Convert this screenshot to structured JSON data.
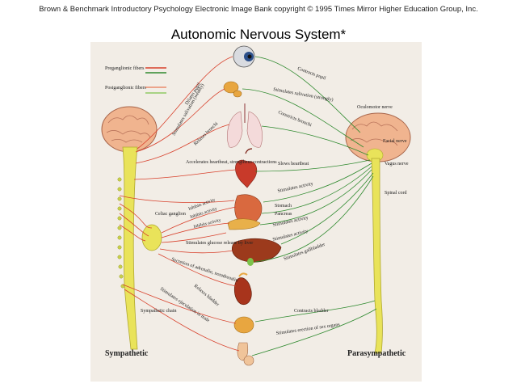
{
  "copyright": "Brown & Benchmark Introductory Psychology Electronic Image Bank copyright © 1995 Times Mirror Higher Education Group, Inc.",
  "title": "Autonomic Nervous System*",
  "legend": {
    "preganglionic": "Preganglionic fibers",
    "postganglionic": "Postganglionic fibers"
  },
  "colors": {
    "sympathetic_pre": "#d8412c",
    "sympathetic_post": "#e87a55",
    "parasympathetic_pre": "#2f8a2f",
    "parasympathetic_post": "#7cc24a",
    "panel_bg": "#f2ede6",
    "spinal_cord": "#e9e35a"
  },
  "sympathetic": {
    "label": "Sympathetic",
    "chain": "Sympathetic chain",
    "celiac": "Celiac ganglion",
    "effects": {
      "pupil": "Dilates pupil",
      "saliva": "Stimulates salivation (weakly)",
      "bronchi": "Relaxes bronchi",
      "heart": "Accelerates heartbeat, strengthens contractions",
      "inhibit1": "Inhibits activity",
      "inhibit2": "Inhibits activity",
      "inhibit3": "Inhibits activity",
      "glucose": "Stimulates glucose release by liver",
      "adrenalin": "Secretion of adrenalin, noradrenalin",
      "bladder": "Relaxes bladder",
      "ejaculation": "Stimulates ejaculation in male"
    }
  },
  "parasympathetic": {
    "label": "Parasympathetic",
    "oculomotor": "Oculomotor nerve",
    "facial": "Facial nerve",
    "vagus": "Vagus nerve",
    "spinal": "Spinal cord",
    "effects": {
      "pupil": "Contracts pupil",
      "saliva": "Stimulates salivation (strongly)",
      "bronchi": "Constricts bronchi",
      "heart": "Slows heartbeat",
      "activity1": "Stimulates activity",
      "stomach": "Stomach",
      "pancreas": "Pancreas",
      "activity2": "Stimulates activity",
      "activity3": "Stimulates activity",
      "gallbladder": "Stimulates gallbladder",
      "bladder": "Contracts bladder",
      "sex": "Stimulates erection of sex organs"
    }
  }
}
